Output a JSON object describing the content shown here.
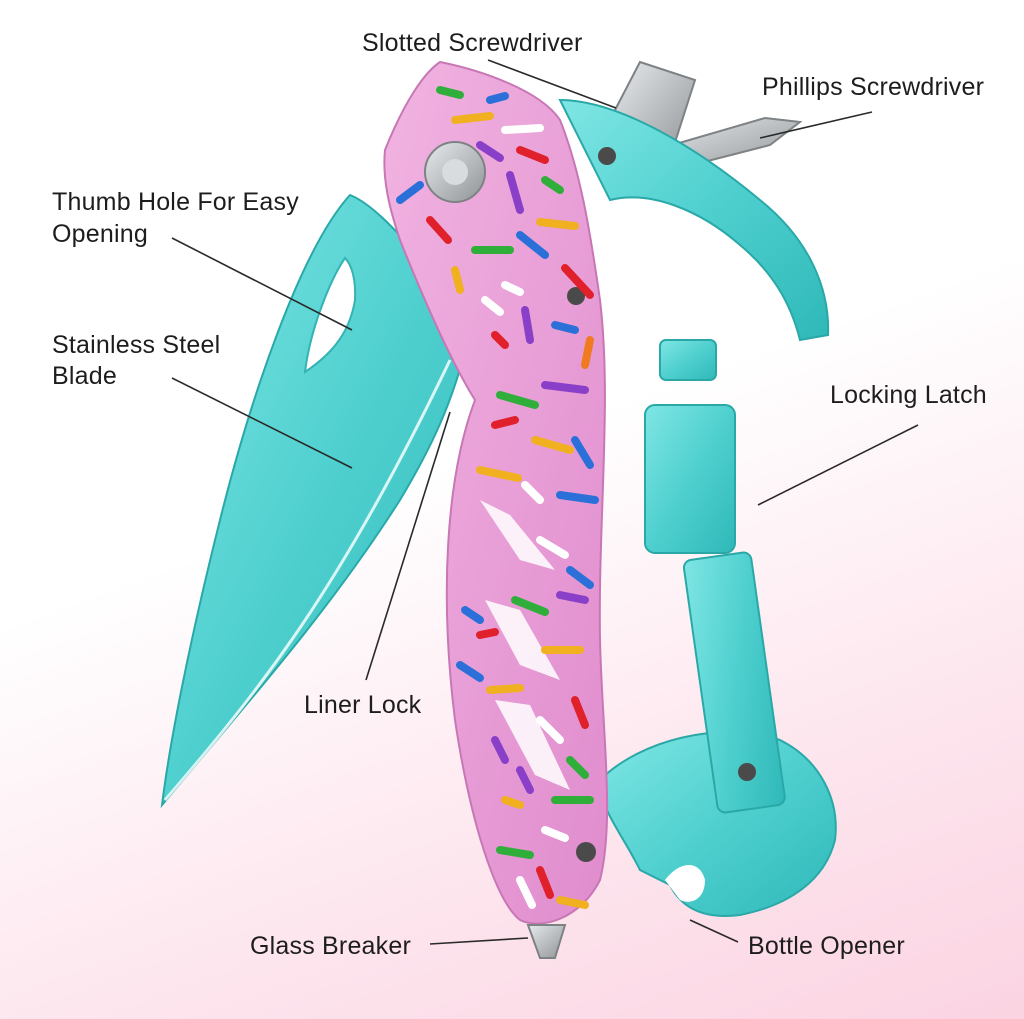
{
  "labels": {
    "slotted_screwdriver": "Slotted Screwdriver",
    "phillips_screwdriver": "Phillips Screwdriver",
    "thumb_hole_line1": "Thumb Hole For Easy",
    "thumb_hole_line2": "Opening",
    "blade_line1": "Stainless Steel",
    "blade_line2": "Blade",
    "locking_latch": "Locking Latch",
    "liner_lock": "Liner Lock",
    "glass_breaker": "Glass Breaker",
    "bottle_opener": "Bottle Opener"
  },
  "colors": {
    "teal": "#4fd3d3",
    "pink_handle": "#e79ad3",
    "steel": "#b9bcbe",
    "sprinkles": [
      "#e0202a",
      "#2a70d8",
      "#f0b020",
      "#2fae3a",
      "#8a3fc8",
      "#ffffff",
      "#f07a20"
    ]
  }
}
